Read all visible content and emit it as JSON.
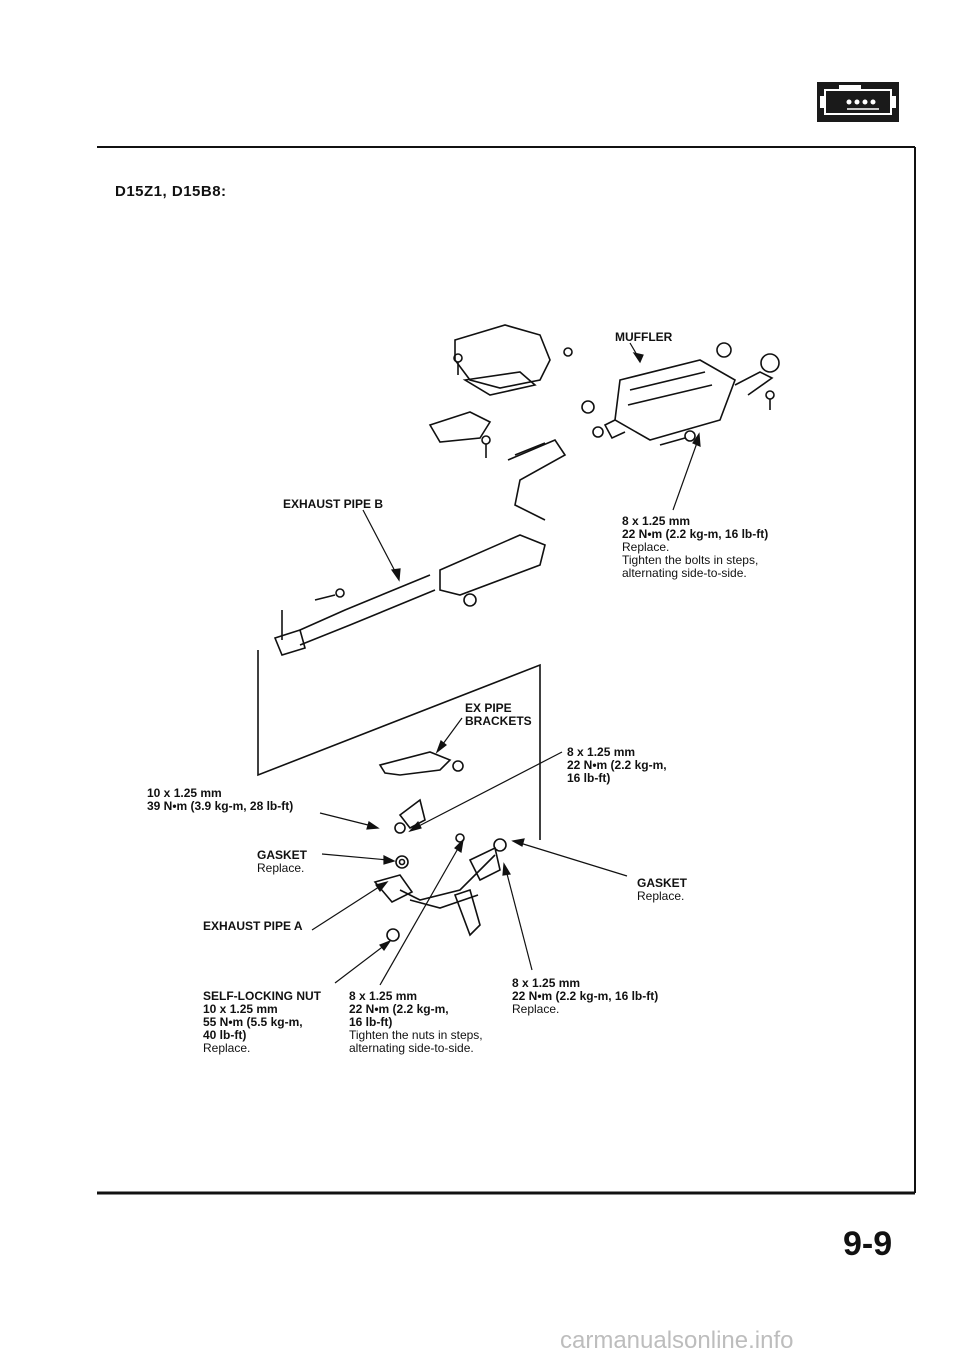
{
  "section_icon": "engine-icon",
  "heading": "D15Z1, D15B8:",
  "page_number": "9-9",
  "watermark": "carmanualsonline.info",
  "labels": {
    "muffler": "MUFFLER",
    "exhaust_pipe_b": "EXHAUST PIPE B",
    "muffler_bolt": [
      "8 x 1.25 mm",
      "22 N•m (2.2 kg-m, 16 lb-ft)",
      "Replace.",
      "Tighten the bolts in steps,",
      "alternating side-to-side."
    ],
    "ex_pipe_brackets": [
      "EX PIPE",
      "BRACKETS"
    ],
    "bracket_bolt": [
      "8 x 1.25 mm",
      "22 N•m (2.2 kg-m,",
      "16 lb-ft)"
    ],
    "bracket_nut": [
      "10 x 1.25 mm",
      "39 N•m (3.9 kg-m, 28 lb-ft)"
    ],
    "gasket_left": [
      "GASKET",
      "Replace."
    ],
    "gasket_right": [
      "GASKET",
      "Replace."
    ],
    "exhaust_pipe_a": "EXHAUST PIPE A",
    "self_locking_nut": [
      "SELF-LOCKING NUT",
      "10 x 1.25 mm",
      "55 N•m (5.5 kg-m,",
      "40 lb-ft)",
      "Replace."
    ],
    "flange_nut": [
      "8 x 1.25 mm",
      "22 N•m (2.2 kg-m,",
      "16 lb-ft)",
      "Tighten the nuts in steps,",
      "alternating side-to-side."
    ],
    "stud_bolt": [
      "8 x 1.25 mm",
      "22 N•m (2.2 kg-m, 16 lb-ft)",
      "Replace."
    ]
  }
}
